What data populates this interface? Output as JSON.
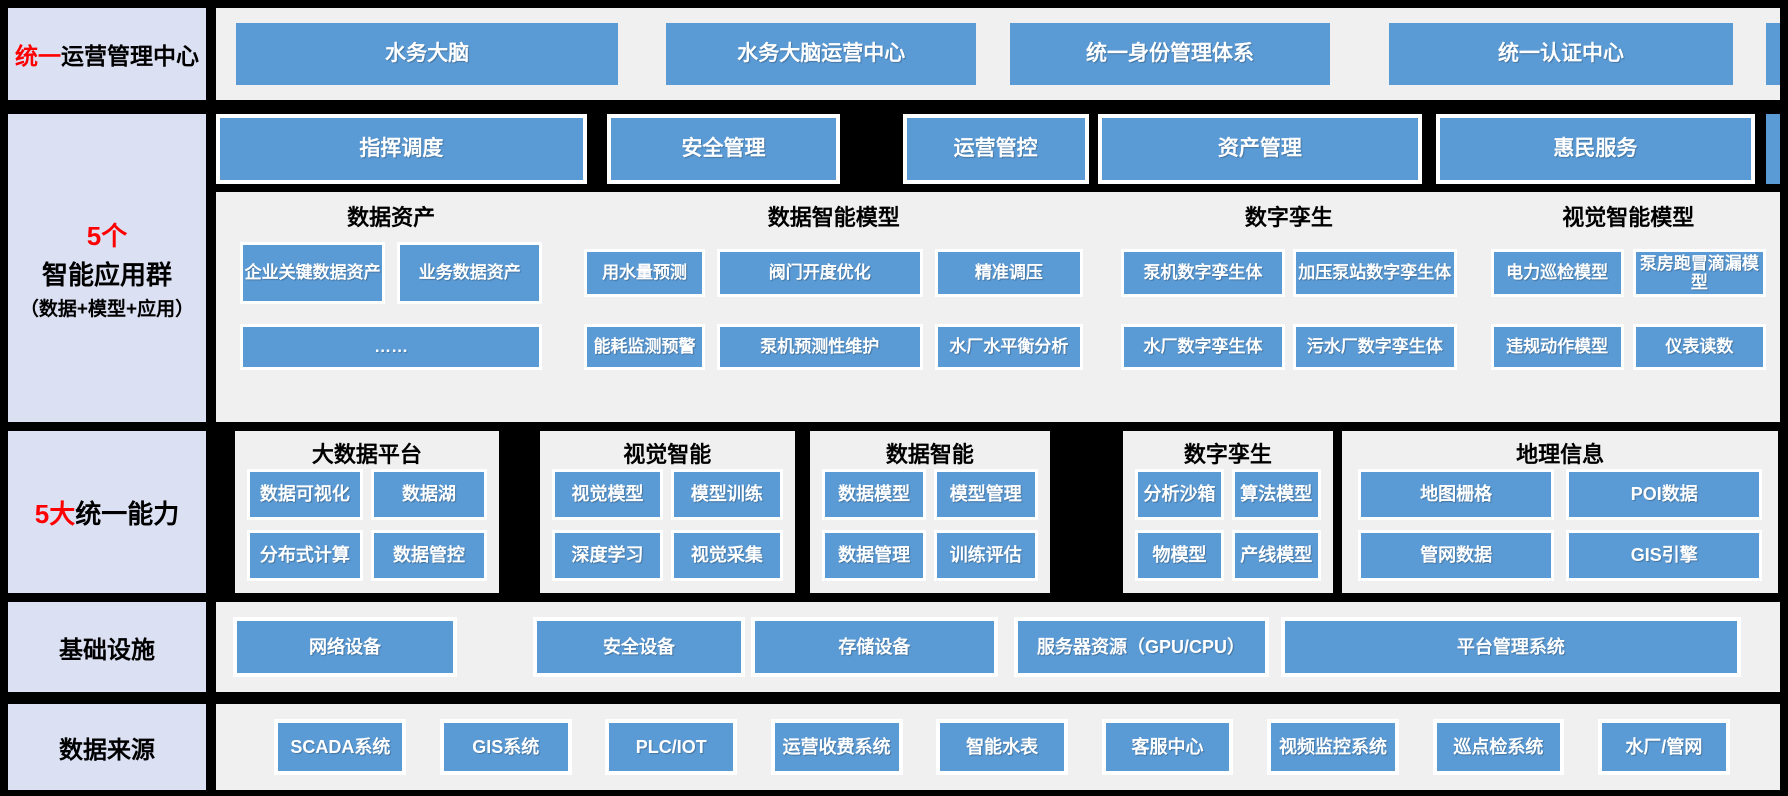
{
  "colors": {
    "accent_blue": "#5b9bd5",
    "sidebar_lavender": "#dbe1f3",
    "panel_gray": "#f0f0f0",
    "highlight_red": "#ff0000",
    "background": "#000000"
  },
  "row1": {
    "sidebar_red": "统一",
    "sidebar_black": "运营管理中心",
    "boxes": [
      "水务大脑",
      "水务大脑运营中心",
      "统一身份管理体系",
      "统一认证中心"
    ]
  },
  "row2": {
    "sidebar_line1_red": "5个",
    "sidebar_line2": "智能应用群",
    "sidebar_line3": "（数据+模型+应用）",
    "header_boxes": [
      "指挥调度",
      "安全管理",
      "运营管控",
      "资产管理",
      "惠民服务"
    ],
    "groups": [
      {
        "title": "数据资产",
        "row_a": [
          "企业关键数据资产",
          "业务数据资产"
        ],
        "row_b": [
          "……"
        ]
      },
      {
        "title": "数据智能模型",
        "row_a": [
          "用水量预测",
          "阀门开度优化",
          "精准调压"
        ],
        "row_b": [
          "能耗监测预警",
          "泵机预测性维护",
          "水厂水平衡分析"
        ]
      },
      {
        "title": "数字孪生",
        "row_a": [
          "泵机数字孪生体",
          "加压泵站数字孪生体"
        ],
        "row_b": [
          "水厂数字孪生体",
          "污水厂数字孪生体"
        ]
      },
      {
        "title": "视觉智能模型",
        "row_a": [
          "电力巡检模型",
          "泵房跑冒滴漏模型"
        ],
        "row_b": [
          "违规动作模型",
          "仪表读数"
        ]
      }
    ]
  },
  "row3": {
    "sidebar_red": "5大",
    "sidebar_black": "统一能力",
    "panels": [
      {
        "title": "大数据平台",
        "items": [
          "数据可视化",
          "数据湖",
          "分布式计算",
          "数据管控"
        ]
      },
      {
        "title": "视觉智能",
        "items": [
          "视觉模型",
          "模型训练",
          "深度学习",
          "视觉采集"
        ]
      },
      {
        "title": "数据智能",
        "items": [
          "数据模型",
          "模型管理",
          "数据管理",
          "训练评估"
        ]
      },
      {
        "title": "数字孪生",
        "items": [
          "分析沙箱",
          "算法模型",
          "物模型",
          "产线模型"
        ]
      },
      {
        "title": "地理信息",
        "items": [
          "地图栅格",
          "POI数据",
          "管网数据",
          "GIS引擎"
        ]
      }
    ]
  },
  "row4": {
    "sidebar": "基础设施",
    "boxes": [
      "网络设备",
      "安全设备",
      "存储设备",
      "服务器资源（GPU/CPU）",
      "平台管理系统"
    ]
  },
  "row5": {
    "sidebar": "数据来源",
    "boxes": [
      "SCADA系统",
      "GIS系统",
      "PLC/IOT",
      "运营收费系统",
      "智能水表",
      "客服中心",
      "视频监控系统",
      "巡点检系统",
      "水厂/管网"
    ]
  }
}
